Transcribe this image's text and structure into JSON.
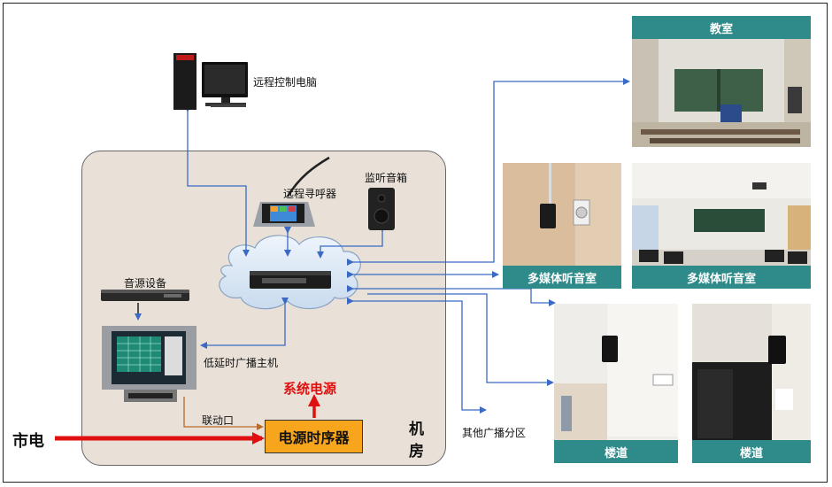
{
  "labels": {
    "remote_pc": "远程控制电脑",
    "remote_pager": "远程寻呼器",
    "monitor_speaker": "监听音箱",
    "audio_source": "音源设备",
    "host": "低延时广播主机",
    "link_port": "联动口",
    "system_power": "系统电源",
    "power_sequencer": "电源时序器",
    "mains": "市电",
    "machine_room_1": "机",
    "machine_room_2": "房",
    "other_zones": "其他广播分区"
  },
  "rooms": {
    "classroom": "教室",
    "multimedia_1": "多媒体听音室",
    "multimedia_2": "多媒体听音室",
    "corridor_1": "楼道",
    "corridor_2": "楼道"
  },
  "colors": {
    "arrow_blue": "#3a6ac4",
    "room_bg": "#e9e1d7",
    "caption_teal": "#2f8b8a",
    "power_orange": "#f7a51c",
    "mains_red": "#e01010"
  }
}
